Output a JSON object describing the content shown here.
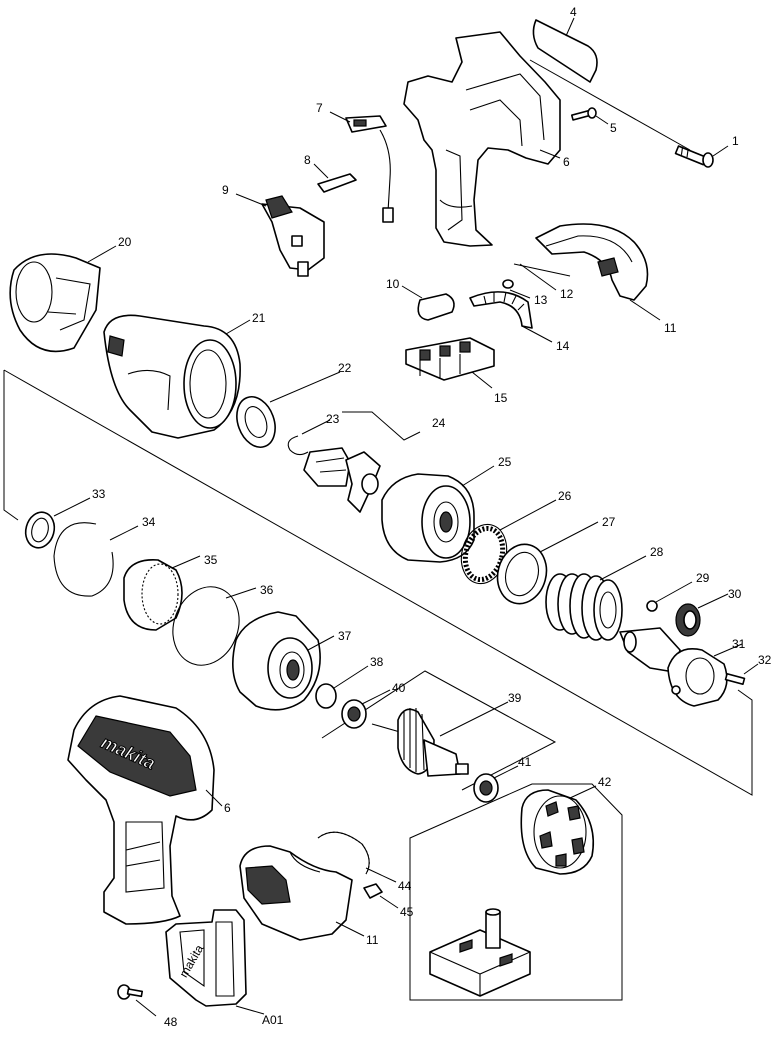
{
  "labels": {
    "p1": "1",
    "p4": "4",
    "p5": "5",
    "p6a": "6",
    "p7": "7",
    "p8": "8",
    "p9": "9",
    "p10": "10",
    "p11a": "11",
    "p12": "12",
    "p13": "13",
    "p14": "14",
    "p15": "15",
    "p20": "20",
    "p21": "21",
    "p22": "22",
    "p23": "23",
    "p24": "24",
    "p25": "25",
    "p26": "26",
    "p27": "27",
    "p28": "28",
    "p29": "29",
    "p30": "30",
    "p31": "31",
    "p32": "32",
    "p33": "33",
    "p34": "34",
    "p35": "35",
    "p36": "36",
    "p37": "37",
    "p38": "38",
    "p39": "39",
    "p40": "40",
    "p41": "41",
    "p42": "42",
    "p6b": "6",
    "p44": "44",
    "p45": "45",
    "p11b": "11",
    "p48": "48",
    "pA01": "A01"
  },
  "brand": {
    "housing_logo": "makita",
    "holster_logo": "makita"
  }
}
